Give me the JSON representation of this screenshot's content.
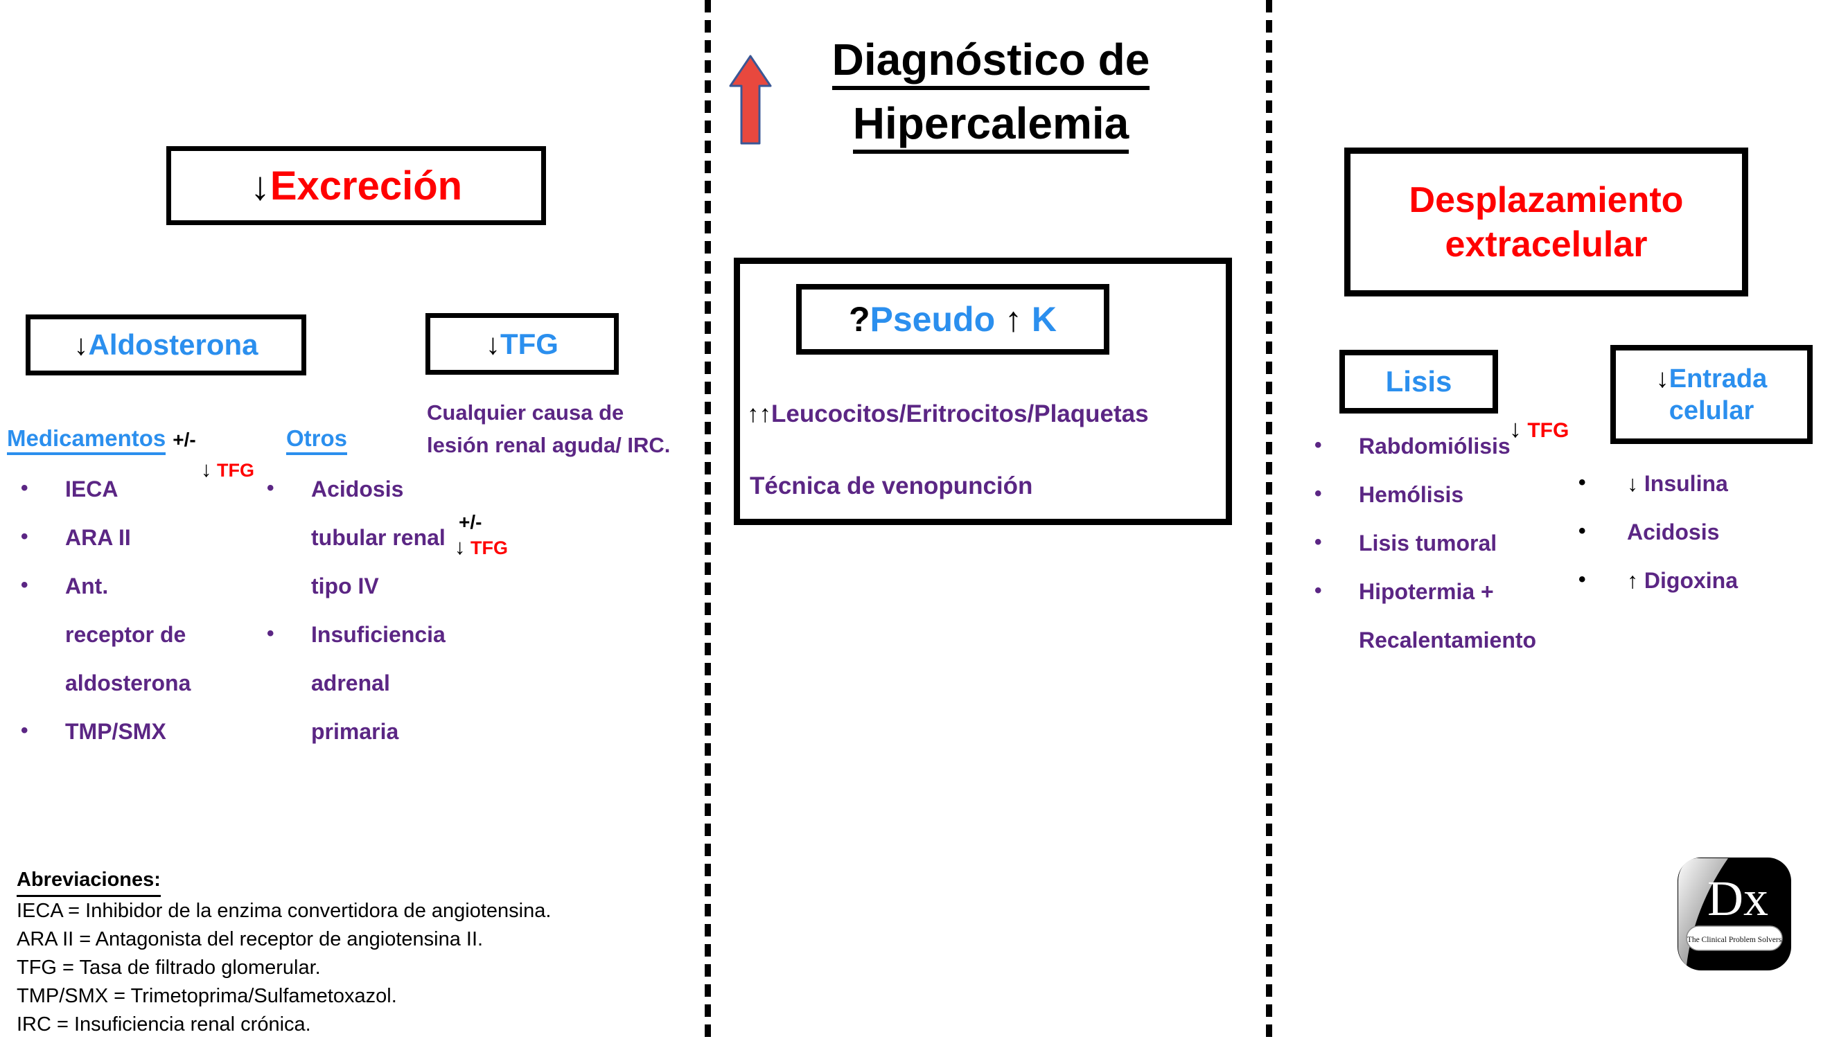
{
  "colors": {
    "accent_blue": "#2B8FEE",
    "accent_red": "#FF0000",
    "accent_purple": "#5B2684",
    "arrow_fill": "#E8483E",
    "arrow_outline": "#3A5795"
  },
  "bullet_char": "•",
  "title": {
    "arrow": "↑",
    "line1": "Diagnóstico de",
    "line2": "Hipercalemia"
  },
  "left": {
    "header": {
      "arrow": "↓",
      "label": "Excreción"
    },
    "aldosterona_box": {
      "arrow": "↓",
      "label": "Aldosterona"
    },
    "tfg_box": {
      "arrow": "↓",
      "label": "TFG"
    },
    "tfg_note": {
      "line1": "Cualquier causa de",
      "line2": "lesión renal aguda/ IRC."
    },
    "medicamentos": {
      "heading": "Medicamentos",
      "plusminus": "+/-",
      "tfg_annotation": {
        "arrow": "↓",
        "label": "TFG"
      },
      "rows": [
        {
          "bullet": true,
          "text": "IECA"
        },
        {
          "bullet": true,
          "text": "ARA II"
        },
        {
          "bullet": true,
          "text": "Ant."
        },
        {
          "bullet": false,
          "text": "receptor de"
        },
        {
          "bullet": false,
          "text": "aldosterona"
        },
        {
          "bullet": true,
          "text": "TMP/SMX"
        }
      ]
    },
    "otros": {
      "heading": "Otros",
      "plusminus": "+/-",
      "tfg_annotation": {
        "arrow": "↓",
        "label": "TFG"
      },
      "rows": [
        {
          "bullet": true,
          "text": "Acidosis"
        },
        {
          "bullet": false,
          "text": "tubular renal"
        },
        {
          "bullet": false,
          "text": "tipo IV"
        },
        {
          "bullet": true,
          "text": "Insuficiencia"
        },
        {
          "bullet": false,
          "text": "adrenal"
        },
        {
          "bullet": false,
          "text": "primaria"
        }
      ]
    }
  },
  "middle": {
    "pseudo_box": {
      "q": "?",
      "word": "Pseudo",
      "arrow": "↑",
      "k": "K"
    },
    "line1": {
      "arrows": "↑↑",
      "text": "Leucocitos/Eritrocitos/Plaquetas"
    },
    "line2": "Técnica de venopunción"
  },
  "right": {
    "header": {
      "line1": "Desplazamiento",
      "line2": "extracelular"
    },
    "lisis_box": {
      "label": "Lisis"
    },
    "tfg_annotation": {
      "arrow": "↓",
      "label": "TFG"
    },
    "entrada_box": {
      "arrow": "↓",
      "line1": "Entrada",
      "line2": "celular"
    },
    "lisis_rows": [
      {
        "bullet": true,
        "text": "Rabdomiólisis"
      },
      {
        "bullet": true,
        "text": "Hemólisis"
      },
      {
        "bullet": true,
        "text": "Lisis tumoral"
      },
      {
        "bullet": true,
        "text": "Hipotermia +"
      },
      {
        "bullet": false,
        "text": "Recalentamiento"
      }
    ],
    "entrada_rows": [
      {
        "bullet": true,
        "arrow": "↓",
        "text": "Insulina"
      },
      {
        "bullet": true,
        "arrow": "",
        "text": "Acidosis"
      },
      {
        "bullet": true,
        "arrow": "↑",
        "text": "Digoxina"
      }
    ]
  },
  "abbreviations": {
    "title": "Abreviaciones:",
    "lines": [
      "IECA = Inhibidor de la enzima convertidora de angiotensina.",
      "ARA II = Antagonista del receptor de angiotensina II.",
      "TFG = Tasa de filtrado glomerular.",
      "TMP/SMX = Trimetoprima/Sulfametoxazol.",
      "IRC = Insuficiencia renal crónica."
    ]
  },
  "logo": {
    "monogram": "Dx",
    "subtitle": "The Clinical Problem Solvers"
  }
}
